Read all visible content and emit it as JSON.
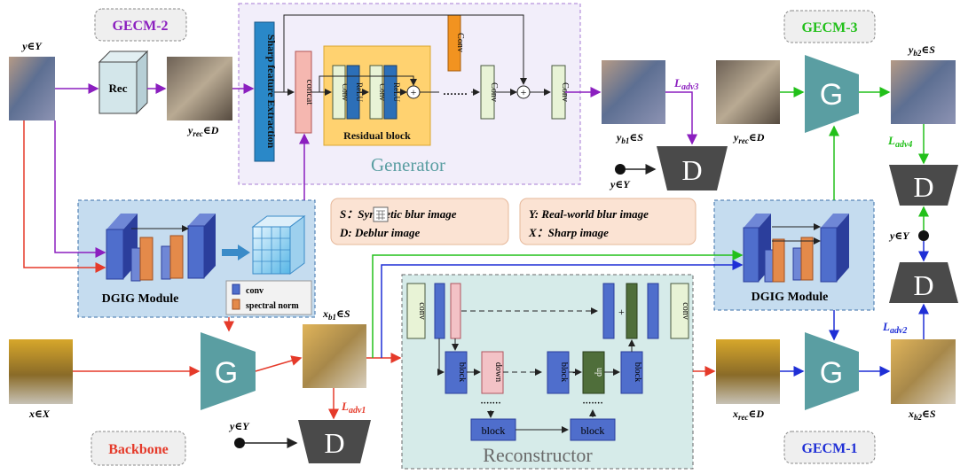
{
  "modules": {
    "gecm2": "GECM-2",
    "gecm3": "GECM-3",
    "gecm1": "GECM-1",
    "backbone": "Backbone"
  },
  "labels": {
    "y_in": "y∈Y",
    "rec_box": "Rec",
    "y_rec_top": "y",
    "y_rec_top_sub": "rec",
    "y_rec_top_tail": "∈D",
    "y_b1": "y",
    "y_b1_sub": "b1",
    "y_b1_tail": "∈S",
    "y_rec_right": "y",
    "y_rec_right_sub": "rec",
    "y_rec_right_tail": "∈D",
    "y_b2": "y",
    "y_b2_sub": "b2",
    "y_b2_tail": "∈S",
    "x_in": "x∈X",
    "x_b1": "x",
    "x_b1_sub": "b1",
    "x_b1_tail": "∈S",
    "x_rec": "x",
    "x_rec_sub": "rec",
    "x_rec_tail": "∈D",
    "x_b2": "x",
    "x_b2_sub": "b2",
    "x_b2_tail": "∈S",
    "y_real_a": "y∈Y",
    "y_real_b": "y∈Y",
    "y_real_c": "y∈Y"
  },
  "losses": {
    "adv3": "L",
    "adv3_sub": "adv3",
    "adv4": "L",
    "adv4_sub": "adv4",
    "adv1": "L",
    "adv1_sub": "adv1",
    "adv2": "L",
    "adv2_sub": "adv2"
  },
  "generator": {
    "sharp_feature": "Sharp feature Extraction",
    "concat": "concat",
    "conv": "Conv",
    "relu": "ReLU",
    "residual_block": "Residual block",
    "dots": "·······",
    "title": "Generator"
  },
  "legend": {
    "s": "S：Synthetic blur  image",
    "d": "D: Deblur image",
    "y": "Y: Real-world blur image",
    "x": "X：Sharp image"
  },
  "dgig": {
    "title_left": "DGIG Module",
    "title_right": "DGIG Module",
    "conv": "conv",
    "spectral": "spectral norm"
  },
  "reconstructor": {
    "title": "Reconstructor",
    "conv": "conv",
    "block": "block",
    "down": "down",
    "up": "up",
    "plus": "+",
    "dots": "·······"
  },
  "blocks": {
    "g": "G",
    "d": "D"
  },
  "colors": {
    "purple": "#8b1fbf",
    "red": "#e53a2a",
    "green": "#22c01a",
    "blue": "#1f2fd6",
    "teal": "#5a9ea2",
    "dark": "#4a4a4a",
    "dgig_bg": "#c5dcef",
    "recon_bg": "#d6ebe9",
    "legend_bg": "#fbe3d3"
  }
}
